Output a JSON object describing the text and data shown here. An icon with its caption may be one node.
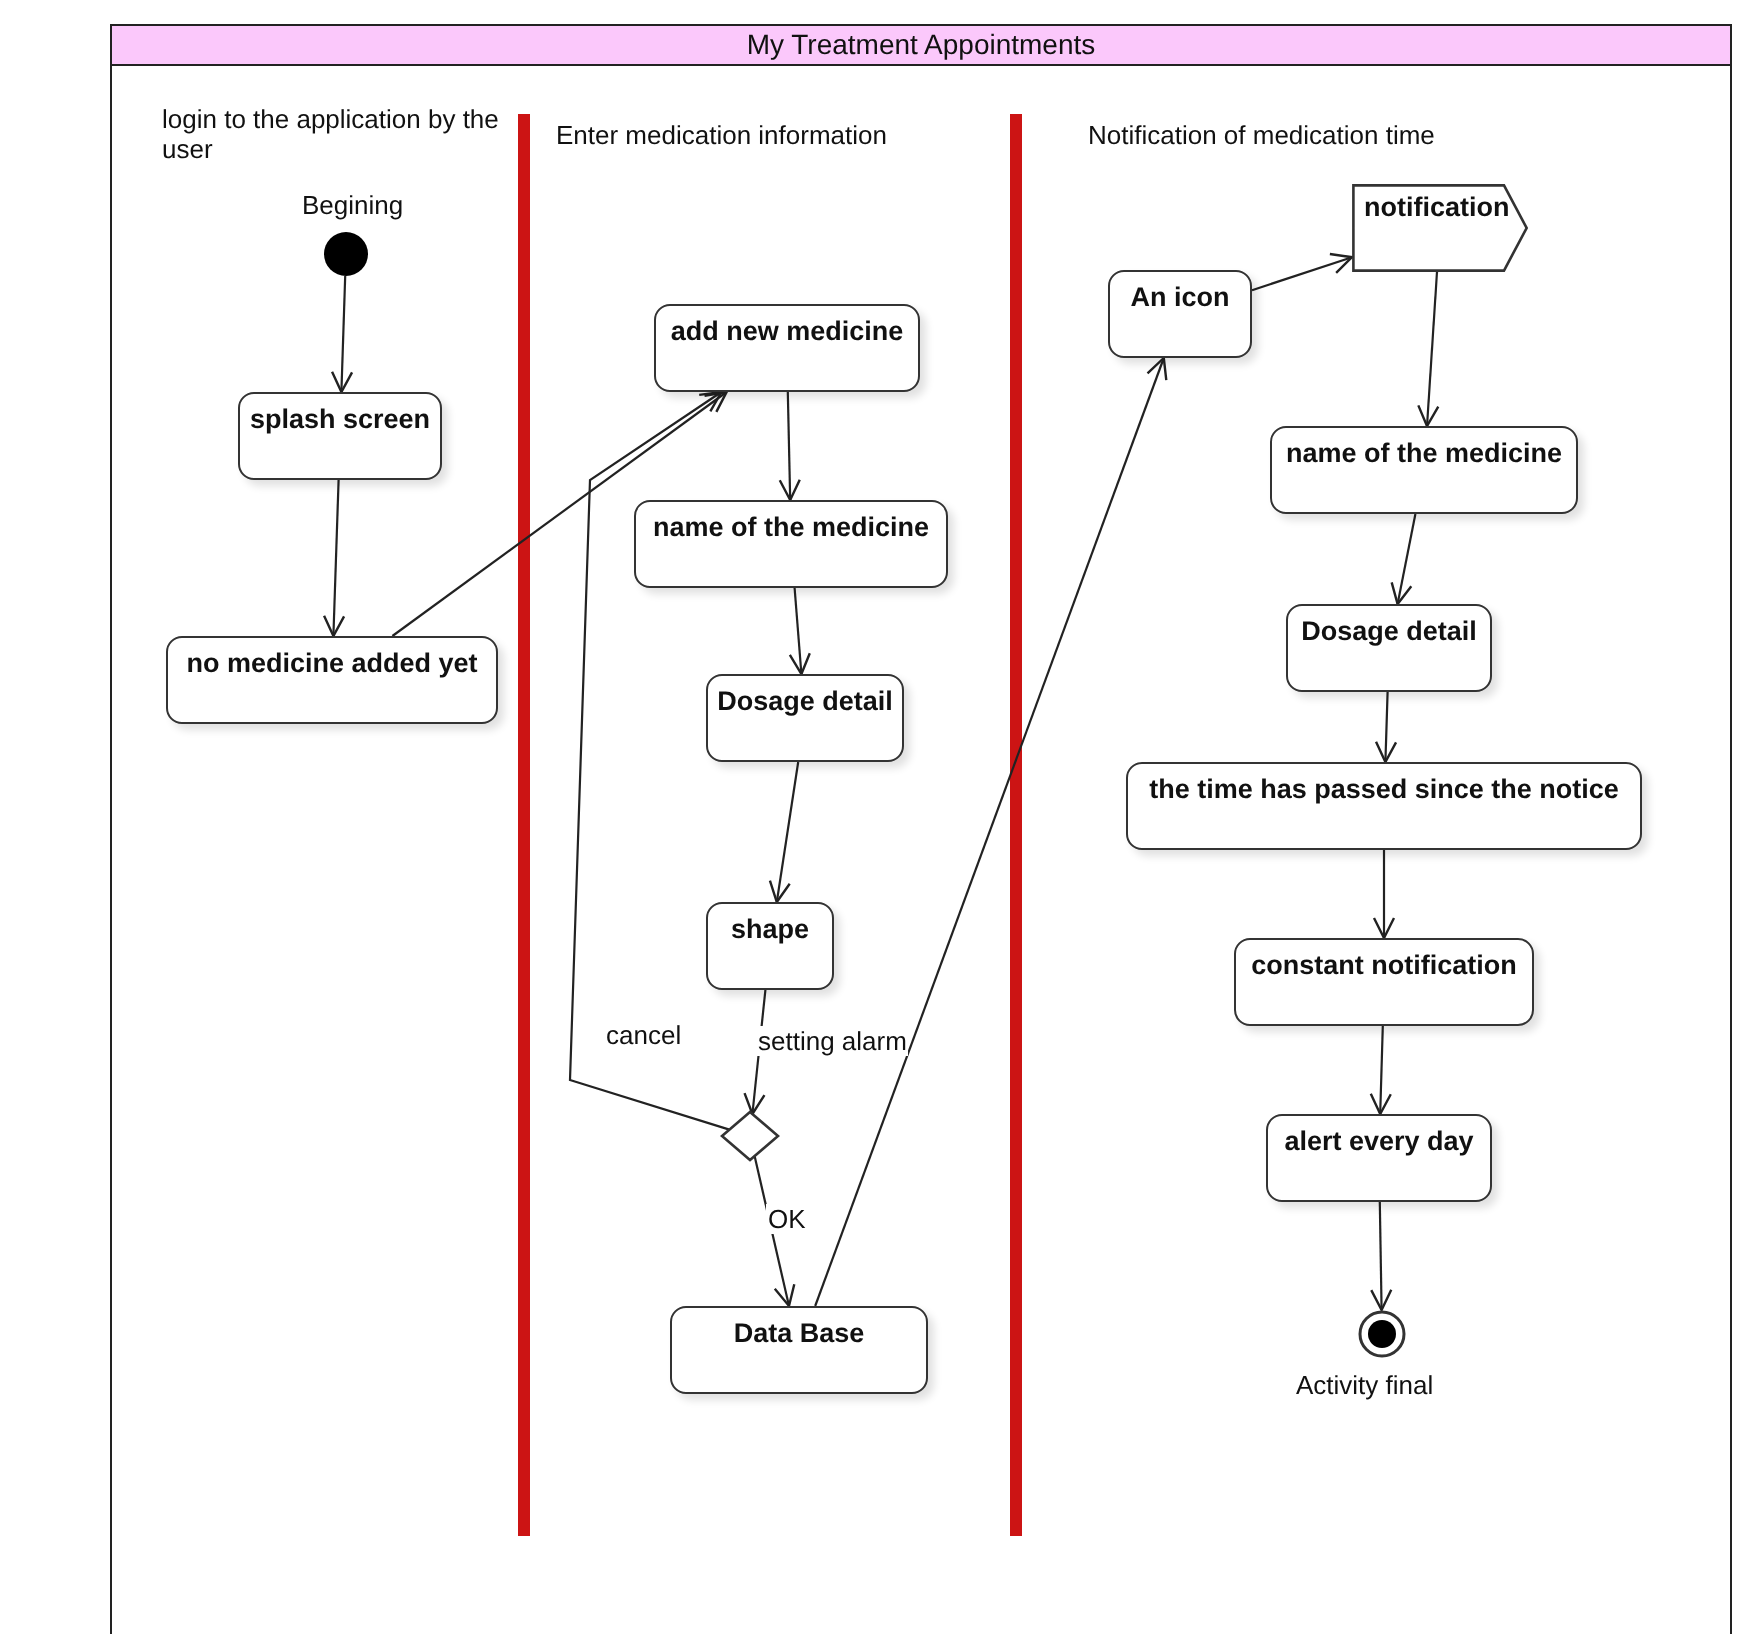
{
  "diagram": {
    "title": "My Treatment Appointments",
    "nodes": [
      {
        "text": [
          "login to the application by the user"
        ]
      },
      {
        "text": [
          "Enter medication information"
        ]
      },
      {
        "text": [
          "Notification of medication time"
        ]
      },
      {
        "text": [],
        "shape": "circle",
        "in": 0,
        "beside": [
          "Begining"
        ]
      },
      {
        "text": [
          "splash screen"
        ],
        "in": 0
      },
      {
        "text": [
          "no medicine added yet"
        ],
        "in": 0
      },
      {
        "text": [
          "add new medicine"
        ],
        "in": 1
      },
      {
        "text": [
          "name of the medicine"
        ],
        "in": 1
      },
      {
        "text": [
          "Dosage detail"
        ],
        "in": 1
      },
      {
        "text": [
          "shape"
        ],
        "in": 1
      },
      {
        "text": [],
        "shape": "diamond",
        "in": 1
      },
      {
        "text": [
          "Data Base"
        ],
        "in": 1
      },
      {
        "text": [
          "An icon"
        ],
        "in": 2
      },
      {
        "text": [
          "notification"
        ],
        "in": 2
      },
      {
        "text": [
          "name of the medicine"
        ],
        "in": 2
      },
      {
        "text": [
          "Dosage detail"
        ],
        "in": 2
      },
      {
        "text": [
          "the time has passed since the notice"
        ],
        "in": 2
      },
      {
        "text": [
          "constant notification"
        ],
        "in": 2
      },
      {
        "text": [
          "alert every day"
        ],
        "in": 2
      },
      {
        "text": [],
        "shape": "circle",
        "in": 2,
        "beside": [
          "Activity final"
        ]
      }
    ],
    "edges": [
      {
        "from": 3,
        "to": 4,
        "arrow": "to"
      },
      {
        "from": 4,
        "to": 5,
        "arrow": "to"
      },
      {
        "from": 5,
        "to": 6,
        "arrow": "to"
      },
      {
        "from": 6,
        "to": 7,
        "arrow": "to"
      },
      {
        "from": 7,
        "to": 8,
        "arrow": "to"
      },
      {
        "from": 8,
        "to": 9,
        "arrow": "to"
      },
      {
        "from": 9,
        "to": 10,
        "label": "setting alarm",
        "arrow": "to"
      },
      {
        "from": 10,
        "to": 6,
        "label": "cancel",
        "arrow": "to"
      },
      {
        "from": 10,
        "to": 11,
        "label": "OK",
        "arrow": "to"
      },
      {
        "from": 11,
        "to": 12,
        "arrow": "to"
      },
      {
        "from": 12,
        "to": 13,
        "arrow": "to"
      },
      {
        "from": 13,
        "to": 14,
        "arrow": "to"
      },
      {
        "from": 14,
        "to": 15,
        "arrow": "to"
      },
      {
        "from": 15,
        "to": 16,
        "arrow": "to"
      },
      {
        "from": 16,
        "to": 17,
        "arrow": "to"
      },
      {
        "from": 17,
        "to": 18,
        "arrow": "to"
      },
      {
        "from": 18,
        "to": 19,
        "arrow": "to"
      }
    ]
  }
}
